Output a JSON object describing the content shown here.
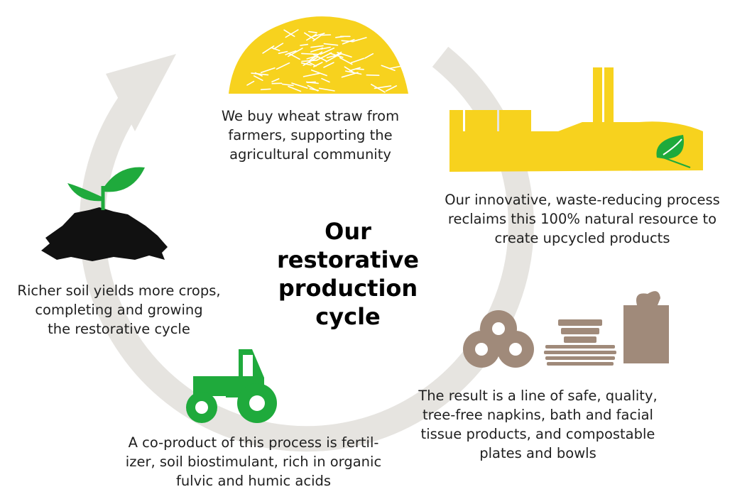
{
  "title": [
    "Our",
    "restorative",
    "production",
    "cycle"
  ],
  "steps": [
    {
      "id": "wheat-straw",
      "icon": "wheat-straw-pile-icon",
      "lines": [
        "We buy wheat straw from",
        "farmers, supporting the",
        "agricultural community"
      ]
    },
    {
      "id": "process",
      "icon": "factory-leaf-icon",
      "lines": [
        "Our innovative, waste-reducing process",
        "reclaims this 100% natural resource to",
        "create upcycled products"
      ]
    },
    {
      "id": "products",
      "icon": "paper-products-icon",
      "lines": [
        "The result is a line of safe, quality,",
        "tree-free napkins, bath and facial",
        "tissue products, and compostable",
        "plates and bowls"
      ]
    },
    {
      "id": "co-product",
      "icon": "tractor-icon",
      "lines": [
        "A co-product of this process is fertil-",
        "izer, soil biostimulant, rich in organic",
        "fulvic and humic acids"
      ]
    },
    {
      "id": "soil",
      "icon": "sprout-soil-icon",
      "lines": [
        "Richer soil yields more crops,",
        "completing and growing",
        "the restorative cycle"
      ]
    }
  ],
  "colors": {
    "cycle_arrow": "#e6e4e0",
    "straw": "#f7d21e",
    "factory": "#f7d21e",
    "leaf_green": "#1faa3c",
    "tractor_green": "#1faa3c",
    "product_taupe": "#a08a7a",
    "soil": "#111111"
  }
}
